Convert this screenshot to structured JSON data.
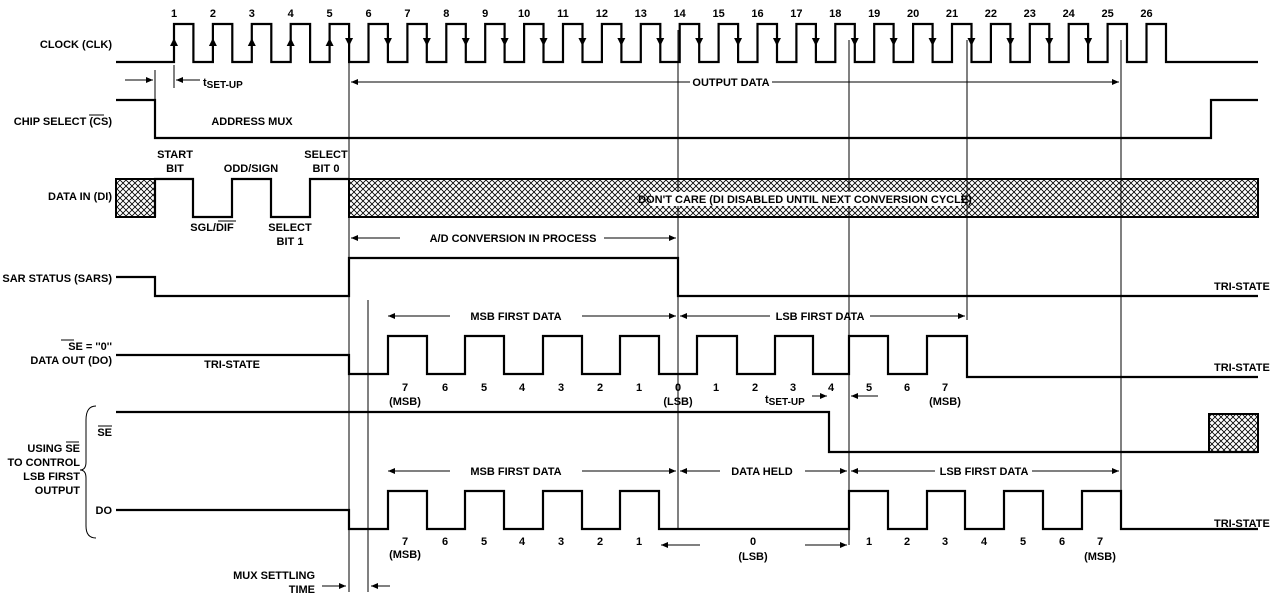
{
  "clock_numbers": [
    "1",
    "2",
    "3",
    "4",
    "5",
    "6",
    "7",
    "8",
    "9",
    "10",
    "11",
    "12",
    "13",
    "14",
    "15",
    "16",
    "17",
    "18",
    "19",
    "20",
    "21",
    "22",
    "23",
    "24",
    "25",
    "26"
  ],
  "row_labels": {
    "clock": "CLOCK (CLK)",
    "cs": "CHIP SELECT (CS)",
    "di": "DATA IN (DI)",
    "sars": "SAR STATUS (SARS)",
    "se_eq_0_line1": "SE = ''0''",
    "se_eq_0_line2": "DATA OUT (DO)",
    "using_se_1": "USING SE",
    "using_se_2": "TO CONTROL",
    "using_se_3": "LSB FIRST",
    "using_se_4": "OUTPUT",
    "se": "SE",
    "do": "DO"
  },
  "annotations": {
    "t_setup_t": "t",
    "t_setup_sub": "SET-UP",
    "output_data": "OUTPUT DATA",
    "address_mux": "ADDRESS MUX",
    "start_bit_1": "START",
    "start_bit_2": "BIT",
    "odd_sign": "ODD/SIGN",
    "select_bit0_1": "SELECT",
    "select_bit0_2": "BIT 0",
    "sgl_dif": "SGL/DIF",
    "select_bit1_1": "SELECT",
    "select_bit1_2": "BIT 1",
    "dont_care": "DON'T CARE (DI DISABLED UNTIL NEXT CONVERSION CYCLE)",
    "ad_conversion": "A/D CONVERSION IN PROCESS",
    "msb_first_data": "MSB FIRST DATA",
    "lsb_first_data": "LSB FIRST DATA",
    "data_held": "DATA HELD",
    "tri_state": "TRI-STATE",
    "msb": "(MSB)",
    "lsb": "(LSB)",
    "mux_settling_1": "MUX SETTLING",
    "mux_settling_2": "TIME",
    "t_setup2_t": "t",
    "t_setup2_sub": "SET-UP"
  },
  "do_bits_se0": [
    "7",
    "6",
    "5",
    "4",
    "3",
    "2",
    "1",
    "0",
    "1",
    "2",
    "3",
    "4",
    "5",
    "6",
    "7"
  ],
  "do_bits_using_se": [
    "7",
    "6",
    "5",
    "4",
    "3",
    "2",
    "1",
    "0",
    "1",
    "2",
    "3",
    "4",
    "5",
    "6",
    "7"
  ]
}
